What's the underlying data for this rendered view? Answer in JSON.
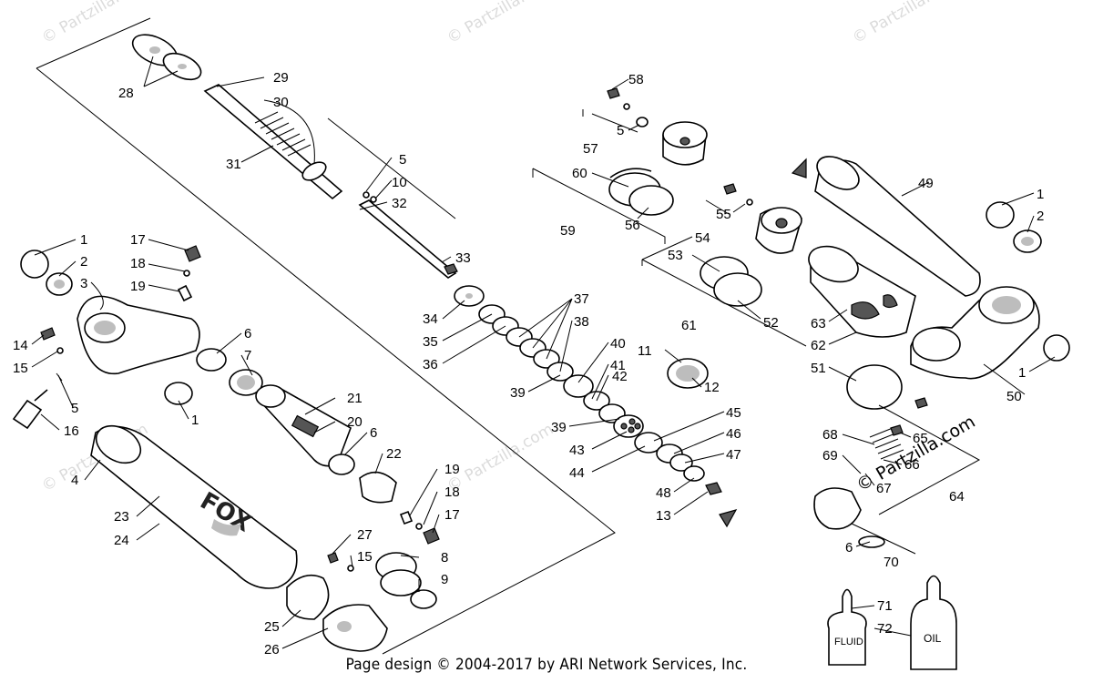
{
  "footer": "Page design © 2004-2017 by ARI Network Services, Inc.",
  "watermark": "© Partzilla.com",
  "labels": {
    "fox": "FOX",
    "fluid": "FLUID",
    "oil": "OIL"
  },
  "callouts": [
    {
      "id": "c28",
      "text": "28"
    },
    {
      "id": "c29",
      "text": "29"
    },
    {
      "id": "c30",
      "text": "30"
    },
    {
      "id": "c31",
      "text": "31"
    },
    {
      "id": "c5a",
      "text": "5"
    },
    {
      "id": "c10",
      "text": "10"
    },
    {
      "id": "c32",
      "text": "32"
    },
    {
      "id": "c33",
      "text": "33"
    },
    {
      "id": "c1a",
      "text": "1"
    },
    {
      "id": "c2a",
      "text": "2"
    },
    {
      "id": "c3",
      "text": "3"
    },
    {
      "id": "c17a",
      "text": "17"
    },
    {
      "id": "c18a",
      "text": "18"
    },
    {
      "id": "c19a",
      "text": "19"
    },
    {
      "id": "c14",
      "text": "14"
    },
    {
      "id": "c15a",
      "text": "15"
    },
    {
      "id": "c5b",
      "text": "5"
    },
    {
      "id": "c16",
      "text": "16"
    },
    {
      "id": "c6a",
      "text": "6"
    },
    {
      "id": "c7",
      "text": "7"
    },
    {
      "id": "c1b",
      "text": "1"
    },
    {
      "id": "c21",
      "text": "21"
    },
    {
      "id": "c20",
      "text": "20"
    },
    {
      "id": "c4",
      "text": "4"
    },
    {
      "id": "c23",
      "text": "23"
    },
    {
      "id": "c24",
      "text": "24"
    },
    {
      "id": "c6b",
      "text": "6"
    },
    {
      "id": "c22",
      "text": "22"
    },
    {
      "id": "c19b",
      "text": "19"
    },
    {
      "id": "c18b",
      "text": "18"
    },
    {
      "id": "c17b",
      "text": "17"
    },
    {
      "id": "c27",
      "text": "27"
    },
    {
      "id": "c15b",
      "text": "15"
    },
    {
      "id": "c8",
      "text": "8"
    },
    {
      "id": "c9",
      "text": "9"
    },
    {
      "id": "c25",
      "text": "25"
    },
    {
      "id": "c26",
      "text": "26"
    },
    {
      "id": "c34",
      "text": "34"
    },
    {
      "id": "c35",
      "text": "35"
    },
    {
      "id": "c36",
      "text": "36"
    },
    {
      "id": "c37",
      "text": "37"
    },
    {
      "id": "c38",
      "text": "38"
    },
    {
      "id": "c39a",
      "text": "39"
    },
    {
      "id": "c40",
      "text": "40"
    },
    {
      "id": "c41",
      "text": "41"
    },
    {
      "id": "c42",
      "text": "42"
    },
    {
      "id": "c39b",
      "text": "39"
    },
    {
      "id": "c43",
      "text": "43"
    },
    {
      "id": "c44",
      "text": "44"
    },
    {
      "id": "c11",
      "text": "11"
    },
    {
      "id": "c12",
      "text": "12"
    },
    {
      "id": "c45",
      "text": "45"
    },
    {
      "id": "c46",
      "text": "46"
    },
    {
      "id": "c47",
      "text": "47"
    },
    {
      "id": "c48",
      "text": "48"
    },
    {
      "id": "c13",
      "text": "13"
    },
    {
      "id": "c58",
      "text": "58"
    },
    {
      "id": "c5c",
      "text": "5"
    },
    {
      "id": "c57",
      "text": "57"
    },
    {
      "id": "c60",
      "text": "60"
    },
    {
      "id": "c59",
      "text": "59"
    },
    {
      "id": "c56",
      "text": "56"
    },
    {
      "id": "c55",
      "text": "55"
    },
    {
      "id": "c54",
      "text": "54"
    },
    {
      "id": "c53",
      "text": "53"
    },
    {
      "id": "c52",
      "text": "52"
    },
    {
      "id": "c61",
      "text": "61"
    },
    {
      "id": "c49",
      "text": "49"
    },
    {
      "id": "c1c",
      "text": "1"
    },
    {
      "id": "c2b",
      "text": "2"
    },
    {
      "id": "c63",
      "text": "63"
    },
    {
      "id": "c62",
      "text": "62"
    },
    {
      "id": "c51",
      "text": "51"
    },
    {
      "id": "c1d",
      "text": "1"
    },
    {
      "id": "c50",
      "text": "50"
    },
    {
      "id": "c68",
      "text": "68"
    },
    {
      "id": "c69",
      "text": "69"
    },
    {
      "id": "c65",
      "text": "65"
    },
    {
      "id": "c66",
      "text": "66"
    },
    {
      "id": "c67",
      "text": "67"
    },
    {
      "id": "c64",
      "text": "64"
    },
    {
      "id": "c6c",
      "text": "6"
    },
    {
      "id": "c70",
      "text": "70"
    },
    {
      "id": "c71",
      "text": "71"
    },
    {
      "id": "c72",
      "text": "72"
    }
  ]
}
